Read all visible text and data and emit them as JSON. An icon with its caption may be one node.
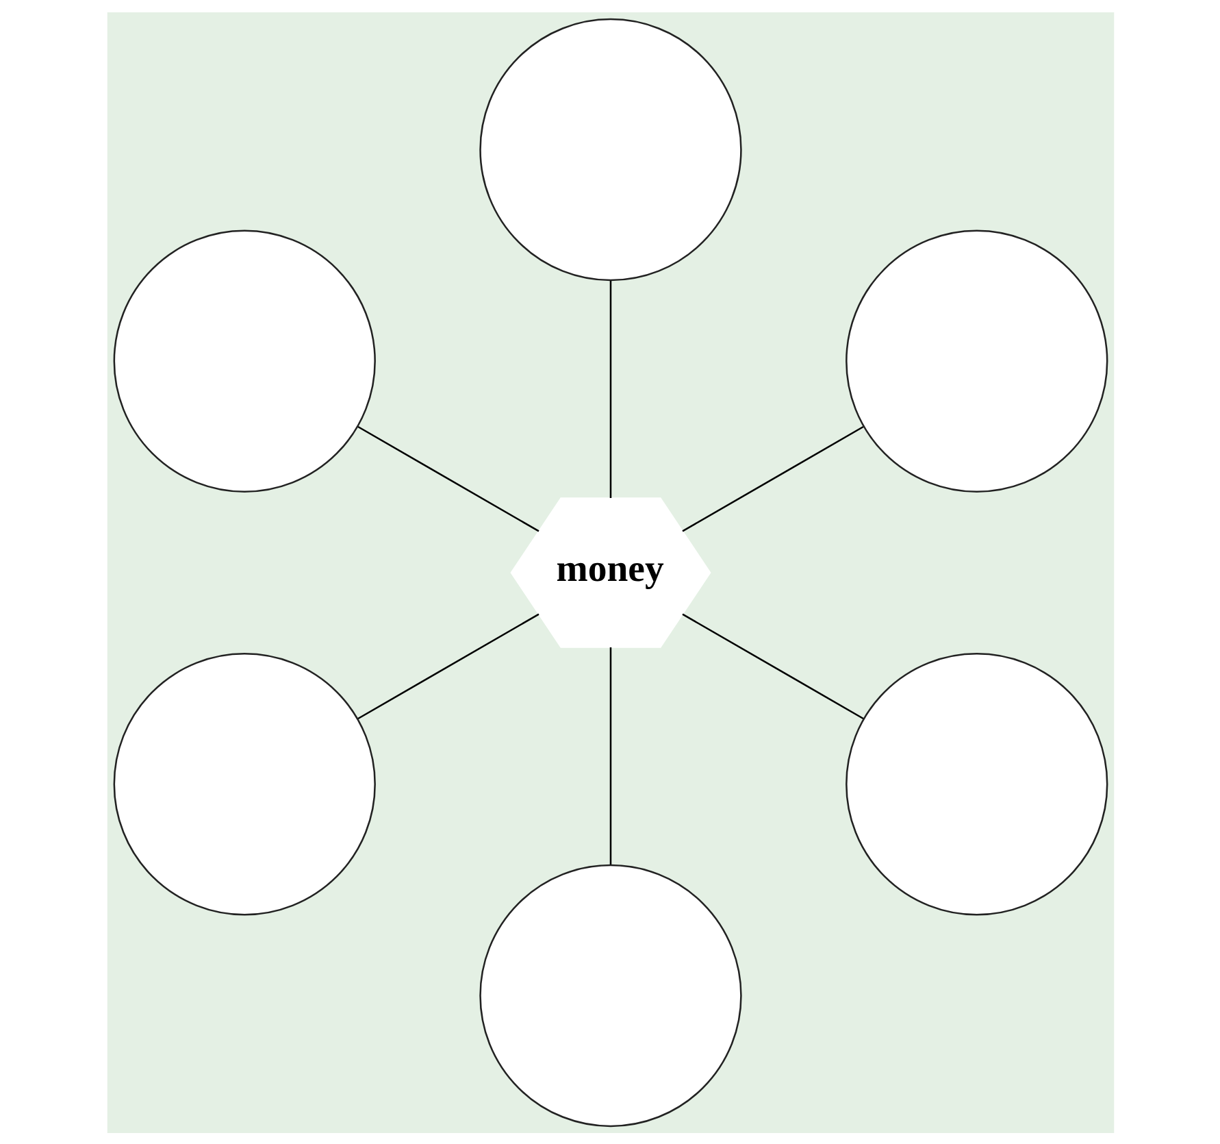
{
  "diagram": {
    "nodes": [
      {
        "text": [
          "money"
        ]
      },
      {
        "text": [],
        "shape": "circle"
      },
      {
        "text": [],
        "shape": "circle"
      },
      {
        "text": [],
        "shape": "circle"
      },
      {
        "text": [],
        "shape": "circle"
      },
      {
        "text": [],
        "shape": "circle"
      },
      {
        "text": [],
        "shape": "circle"
      }
    ],
    "edges": [
      {
        "from": 0,
        "to": 1,
        "arrow": "none"
      },
      {
        "from": 0,
        "to": 2,
        "arrow": "none"
      },
      {
        "from": 0,
        "to": 3,
        "arrow": "none"
      },
      {
        "from": 0,
        "to": 4,
        "arrow": "none"
      },
      {
        "from": 0,
        "to": 5,
        "arrow": "none"
      },
      {
        "from": 0,
        "to": 6,
        "arrow": "none"
      }
    ]
  }
}
